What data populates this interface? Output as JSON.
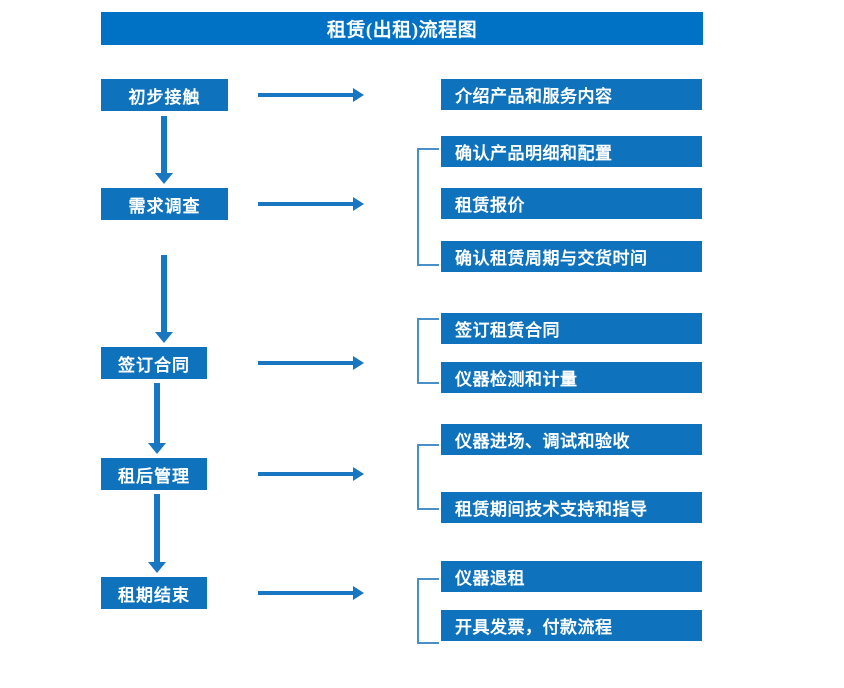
{
  "diagram": {
    "title": "租赁(出租)流程图",
    "colors": {
      "title_bar": "#0072c6",
      "node": "#0f72bc",
      "arrow": "#1877c0",
      "bracket": "#4a90c8",
      "text": "#ffffff",
      "background": "#ffffff"
    },
    "stages": [
      {
        "label": "初步接触",
        "outputs": [
          "介绍产品和服务内容"
        ],
        "has_bracket": false
      },
      {
        "label": "需求调查",
        "outputs": [
          "确认产品明细和配置",
          "租赁报价",
          "确认租赁周期与交货时间"
        ],
        "has_bracket": true
      },
      {
        "label": "签订合同",
        "outputs": [
          "签订租赁合同",
          "仪器检测和计量"
        ],
        "has_bracket": true
      },
      {
        "label": "租后管理",
        "outputs": [
          "仪器进场、调试和验收",
          "租赁期间技术支持和指导"
        ],
        "has_bracket": true
      },
      {
        "label": "租期结束",
        "outputs": [
          "仪器退租",
          "开具发票，付款流程"
        ],
        "has_bracket": true
      }
    ]
  }
}
